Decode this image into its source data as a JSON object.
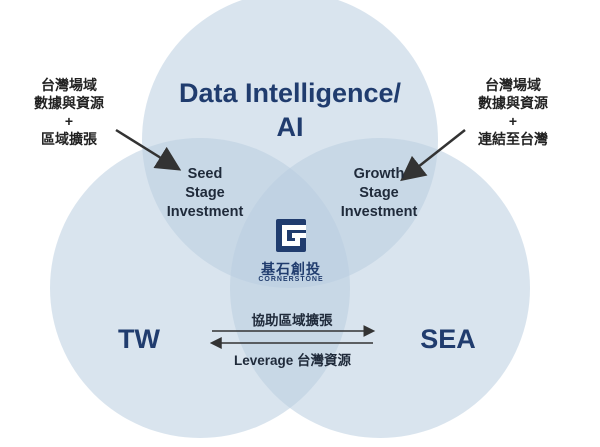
{
  "circles": {
    "top_title_line1": "Data Intelligence/",
    "top_title_line2": "AI",
    "left_region": "TW",
    "right_region": "SEA"
  },
  "overlaps": {
    "seed": [
      "Seed",
      "Stage",
      "Investment"
    ],
    "growth": [
      "Growth",
      "Stage",
      "Investment"
    ]
  },
  "left_note": [
    "台灣場域",
    "數據與資源",
    "+",
    "區域擴張"
  ],
  "right_note": [
    "台灣場域",
    "數據與資源",
    "+",
    "連結至台灣"
  ],
  "arrows": {
    "to_sea": "協助區域擴張",
    "to_tw": "Leverage 台灣資源"
  },
  "logo": {
    "name_cn": "基石創投",
    "name_en": "CORNERSTONE"
  },
  "colors": {
    "circle_fill": "#b9cde0",
    "text_blue": "#203c6e",
    "text_dark": "#1f2a3a"
  }
}
